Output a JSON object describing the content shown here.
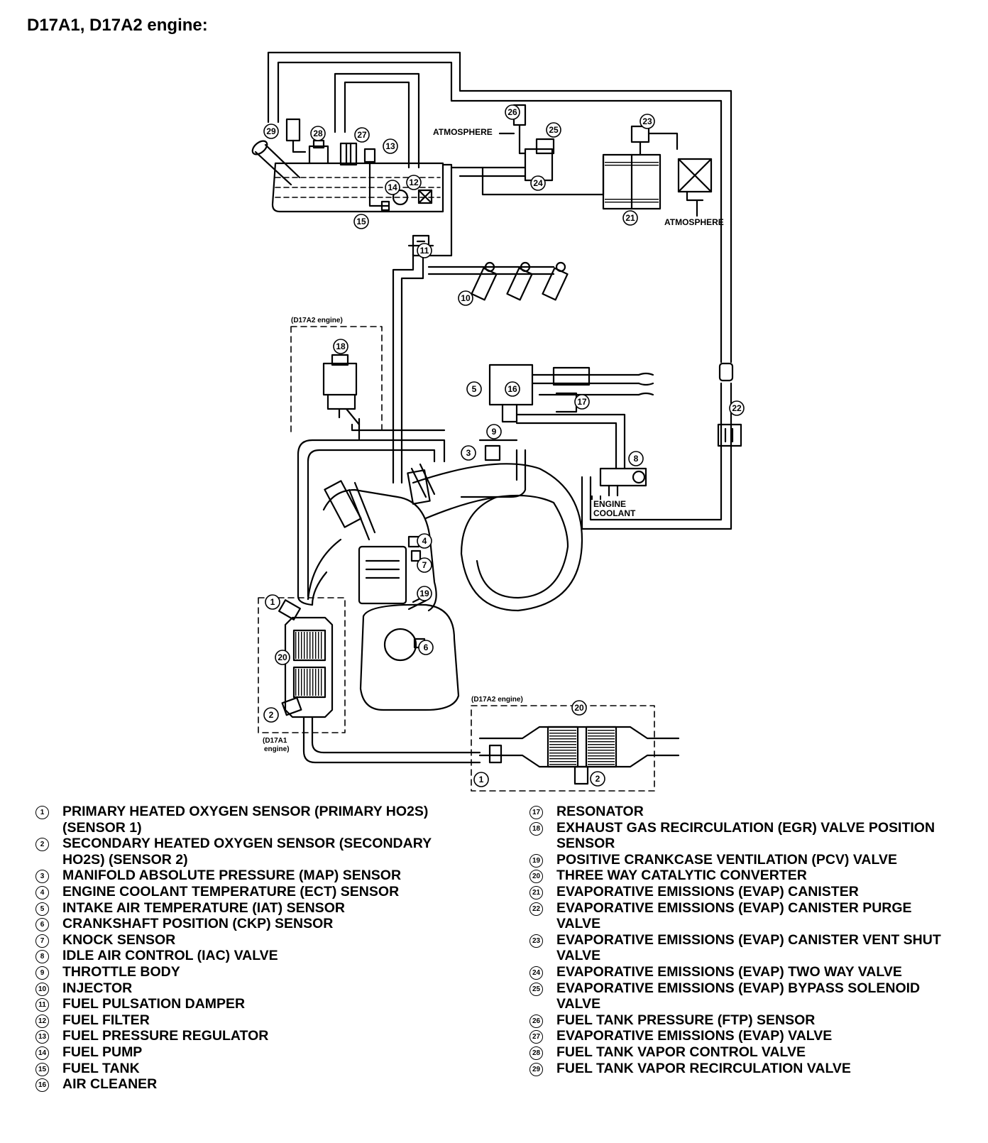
{
  "title": "D17A1, D17A2 engine:",
  "diagram": {
    "atmosphere_top": "ATMOSPHERE",
    "atmosphere_right": "ATMOSPHERE",
    "d17a2_box_egr": "(D17A2 engine)",
    "d17a2_box_cat": "(D17A2 engine)",
    "d17a1_box_line1": "(D17A1",
    "d17a1_box_line2": "engine)",
    "engine_coolant_line1": "ENGINE",
    "engine_coolant_line2": "COOLANT",
    "callouts": {
      "c1a": "1",
      "c1b": "1",
      "c2a": "2",
      "c2b": "2",
      "c3": "3",
      "c4": "4",
      "c5": "5",
      "c6": "6",
      "c7": "7",
      "c8": "8",
      "c9": "9",
      "c10": "10",
      "c11": "11",
      "c12": "12",
      "c13": "13",
      "c14": "14",
      "c15": "15",
      "c16": "16",
      "c17": "17",
      "c18": "18",
      "c19": "19",
      "c20a": "20",
      "c20b": "20",
      "c21": "21",
      "c22": "22",
      "c23": "23",
      "c24": "24",
      "c25": "25",
      "c26": "26",
      "c27": "27",
      "c28": "28",
      "c29": "29"
    }
  },
  "legend_left": [
    {
      "num": "1",
      "text": "PRIMARY HEATED OXYGEN SENSOR (PRIMARY HO2S) (SENSOR 1)"
    },
    {
      "num": "2",
      "text": "SECONDARY HEATED OXYGEN SENSOR (SECONDARY HO2S) (SENSOR 2)"
    },
    {
      "num": "3",
      "text": "MANIFOLD ABSOLUTE PRESSURE (MAP) SENSOR"
    },
    {
      "num": "4",
      "text": "ENGINE COOLANT TEMPERATURE (ECT) SENSOR"
    },
    {
      "num": "5",
      "text": "INTAKE AIR TEMPERATURE (IAT) SENSOR"
    },
    {
      "num": "6",
      "text": "CRANKSHAFT POSITION (CKP) SENSOR"
    },
    {
      "num": "7",
      "text": "KNOCK SENSOR"
    },
    {
      "num": "8",
      "text": "IDLE AIR CONTROL (IAC) VALVE"
    },
    {
      "num": "9",
      "text": "THROTTLE BODY"
    },
    {
      "num": "10",
      "text": "INJECTOR"
    },
    {
      "num": "11",
      "text": "FUEL PULSATION DAMPER"
    },
    {
      "num": "12",
      "text": "FUEL FILTER"
    },
    {
      "num": "13",
      "text": "FUEL PRESSURE REGULATOR"
    },
    {
      "num": "14",
      "text": "FUEL PUMP"
    },
    {
      "num": "15",
      "text": "FUEL TANK"
    },
    {
      "num": "16",
      "text": "AIR CLEANER"
    }
  ],
  "legend_right": [
    {
      "num": "17",
      "text": "RESONATOR"
    },
    {
      "num": "18",
      "text": "EXHAUST GAS RECIRCULATION (EGR) VALVE POSITION SENSOR"
    },
    {
      "num": "19",
      "text": "POSITIVE CRANKCASE VENTILATION (PCV) VALVE"
    },
    {
      "num": "20",
      "text": "THREE WAY CATALYTIC CONVERTER"
    },
    {
      "num": "21",
      "text": "EVAPORATIVE EMISSIONS (EVAP) CANISTER"
    },
    {
      "num": "22",
      "text": "EVAPORATIVE EMISSIONS (EVAP) CANISTER PURGE VALVE"
    },
    {
      "num": "23",
      "text": "EVAPORATIVE EMISSIONS (EVAP) CANISTER VENT SHUT VALVE"
    },
    {
      "num": "24",
      "text": "EVAPORATIVE EMISSIONS (EVAP) TWO WAY VALVE"
    },
    {
      "num": "25",
      "text": "EVAPORATIVE EMISSIONS (EVAP) BYPASS SOLENOID VALVE"
    },
    {
      "num": "26",
      "text": "FUEL TANK PRESSURE (FTP) SENSOR"
    },
    {
      "num": "27",
      "text": "EVAPORATIVE EMISSIONS (EVAP) VALVE"
    },
    {
      "num": "28",
      "text": "FUEL TANK VAPOR CONTROL VALVE"
    },
    {
      "num": "29",
      "text": "FUEL TANK VAPOR RECIRCULATION VALVE"
    }
  ]
}
